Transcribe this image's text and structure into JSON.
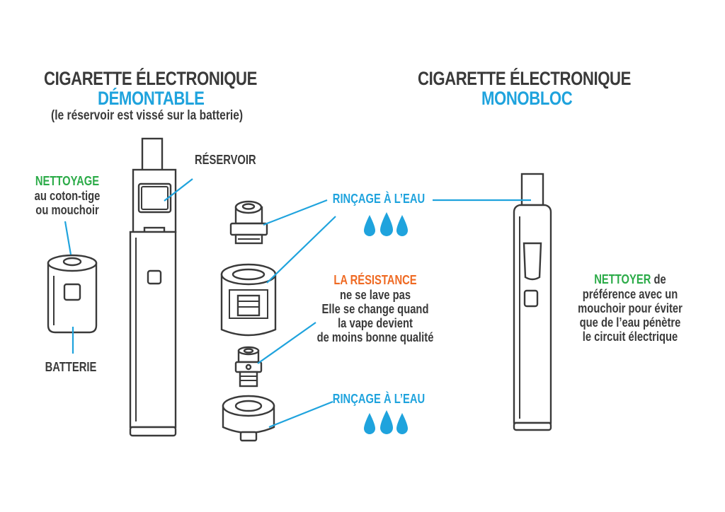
{
  "left_title": {
    "line1": "CIGARETTE ÉLECTRONIQUE",
    "line2": "DÉMONTABLE",
    "note": "(le réservoir est vissé sur la batterie)"
  },
  "right_title": {
    "line1": "CIGARETTE ÉLECTRONIQUE",
    "line2": "MONOBLOC"
  },
  "labels": {
    "reservoir": "RÉSERVOIR",
    "cleaning_head": "NETTOYAGE",
    "cleaning_line1": "au coton-tige",
    "cleaning_line2": "ou mouchoir",
    "battery": "BATTERIE",
    "rinse_top": "RINÇAGE À L’EAU",
    "rinse_bottom": "RINÇAGE À L’EAU",
    "resistance_head": "LA RÉSISTANCE",
    "resistance_lines": [
      "ne se lave pas",
      "Elle se change quand",
      "la vape devient",
      "de moins bonne qualité"
    ],
    "clean_head": "NETTOYER",
    "clean_head_suffix": " de",
    "clean_lines": [
      "préférence avec un",
      "mouchoir pour éviter",
      "que de l’eau pénètre",
      "le circuit électrique"
    ]
  },
  "icons": [
    "water-drops-icon",
    "water-drops-icon"
  ],
  "colors": {
    "dark": "#3a3a3a",
    "blue": "#1fa3dd",
    "green": "#2bab48",
    "orange": "#ef6a23"
  }
}
